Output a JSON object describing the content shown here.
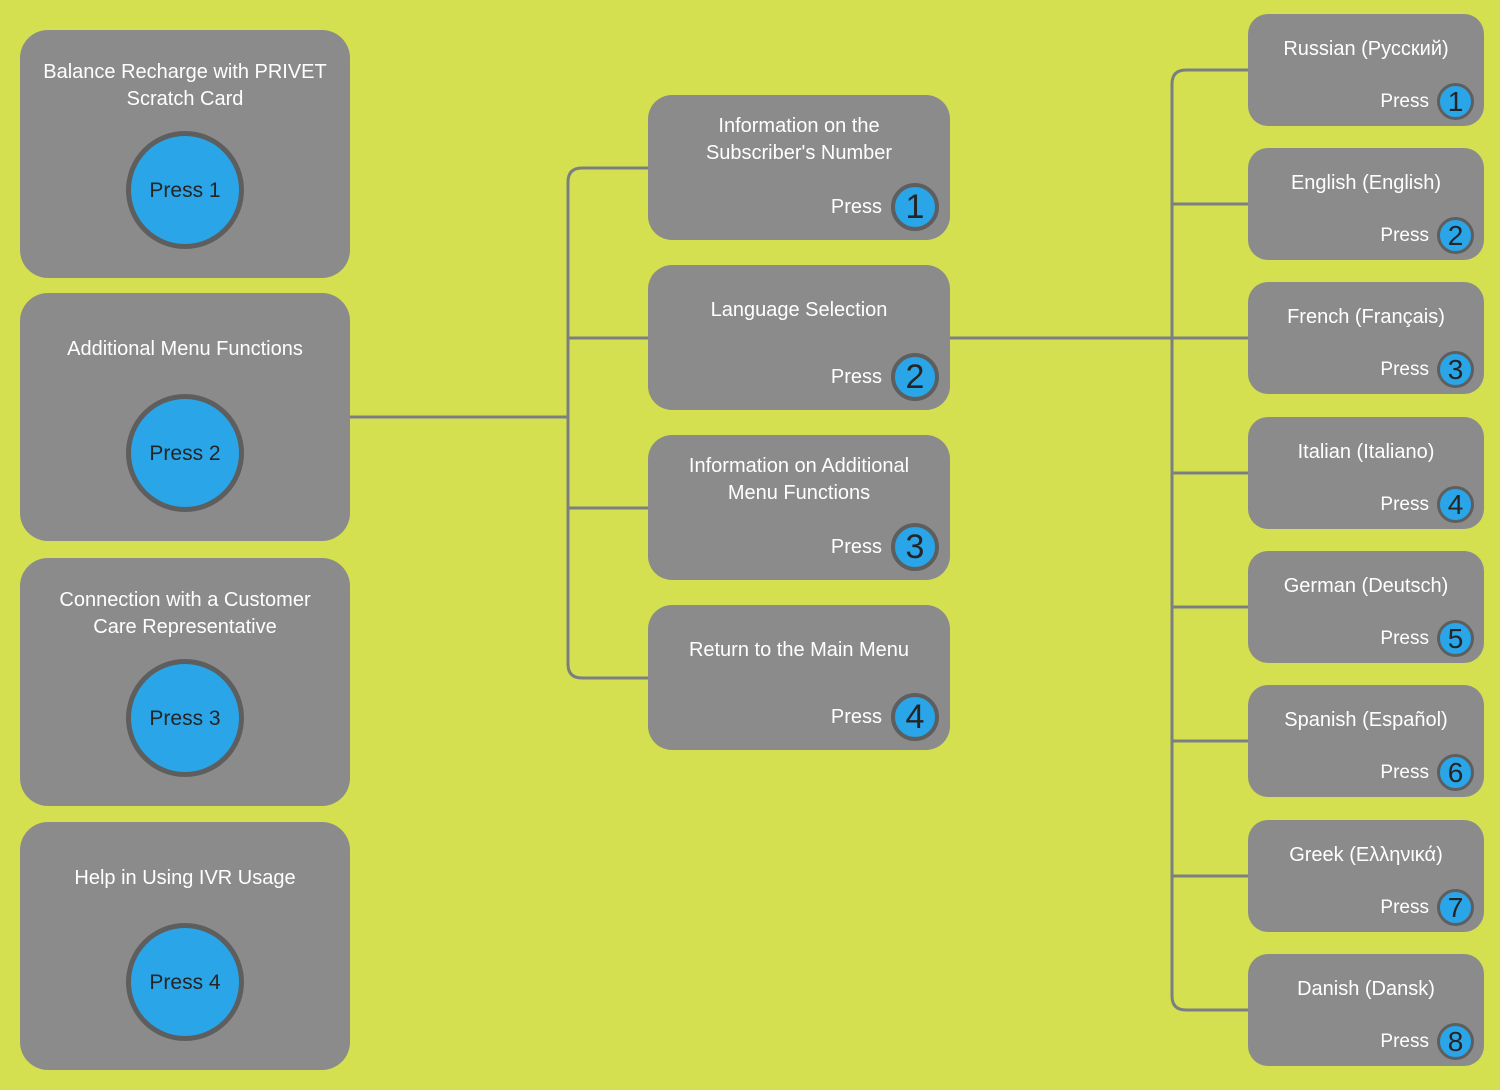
{
  "diagram": {
    "description": "IVR menu tree diagram",
    "labels": {
      "press": "Press"
    },
    "colors": {
      "background": "#d4e04f",
      "node_fill": "#8b8b8b",
      "key_circle_fill": "#29a5e8",
      "key_circle_border": "#5e5e5e",
      "connector": "#7b7f83",
      "title_text": "#ffffff",
      "key_text": "#252525"
    },
    "main_menu": {
      "items": [
        {
          "title": "Balance Recharge with PRIVET Scratch Card",
          "press_label": "Press 1"
        },
        {
          "title": "Additional Menu Functions",
          "press_label": "Press 2"
        },
        {
          "title": "Connection with a Customer Care Representative",
          "press_label": "Press 3"
        },
        {
          "title": "Help in Using IVR Usage",
          "press_label": "Press 4"
        }
      ]
    },
    "submenu": {
      "items": [
        {
          "title": "Information on the Subscriber's Number",
          "key": "1"
        },
        {
          "title": "Language Selection",
          "key": "2"
        },
        {
          "title": "Information on Additional Menu Functions",
          "key": "3"
        },
        {
          "title": "Return to the Main Menu",
          "key": "4"
        }
      ]
    },
    "languages": {
      "items": [
        {
          "title": "Russian (Русский)",
          "key": "1"
        },
        {
          "title": "English (English)",
          "key": "2"
        },
        {
          "title": "French (Français)",
          "key": "3"
        },
        {
          "title": "Italian (Italiano)",
          "key": "4"
        },
        {
          "title": "German (Deutsch)",
          "key": "5"
        },
        {
          "title": "Spanish (Español)",
          "key": "6"
        },
        {
          "title": "Greek (Ελληνικά)",
          "key": "7"
        },
        {
          "title": "Danish (Dansk)",
          "key": "8"
        }
      ]
    }
  }
}
